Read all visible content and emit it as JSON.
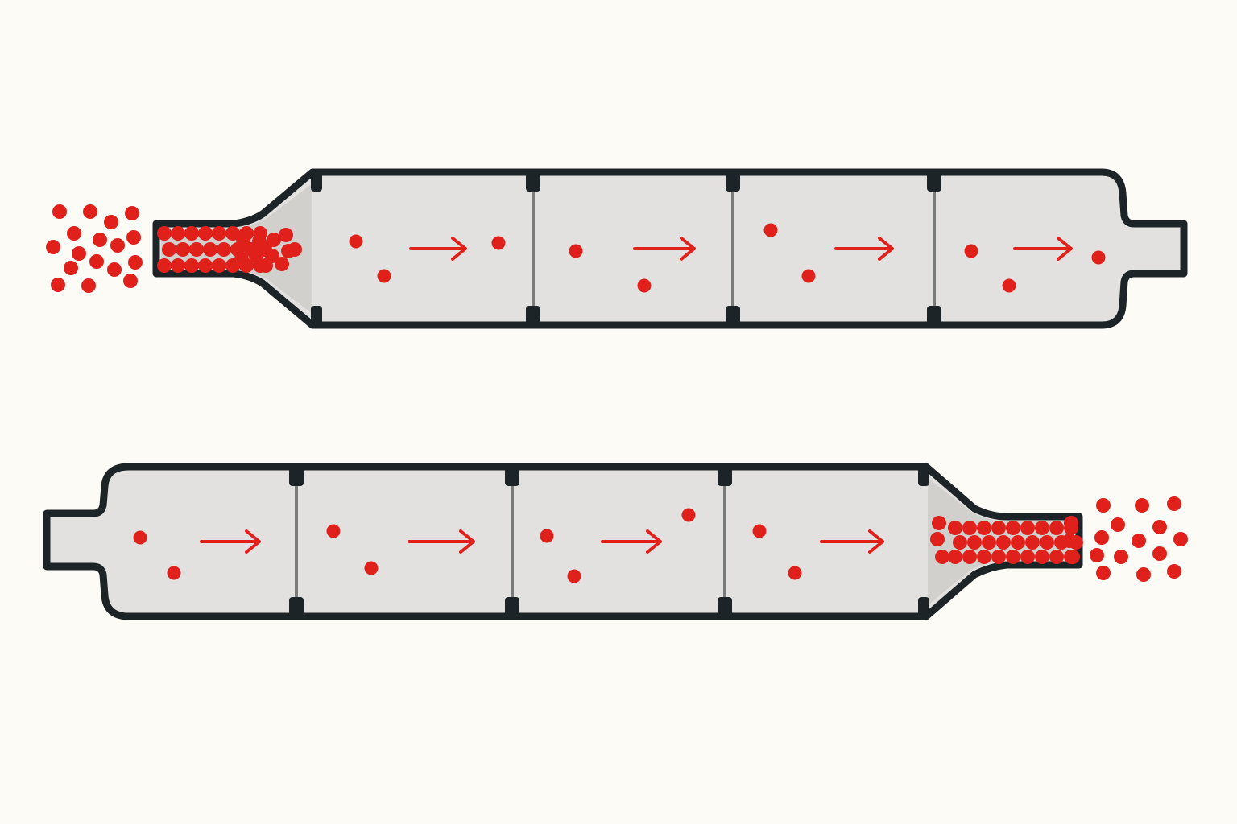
{
  "colors": {
    "background": "#fdfbf5",
    "tube_outline": "#1c2427",
    "chamber_fill": "#e2e1df",
    "particle": "#e0211b",
    "flow_arrow": "#e0211b"
  },
  "tubes": [
    {
      "id": "top",
      "flow_direction": "left-to-right",
      "dense_end": "left",
      "chambers": 4
    },
    {
      "id": "bottom",
      "flow_direction": "left-to-right",
      "dense_end": "right",
      "chambers": 4
    }
  ]
}
